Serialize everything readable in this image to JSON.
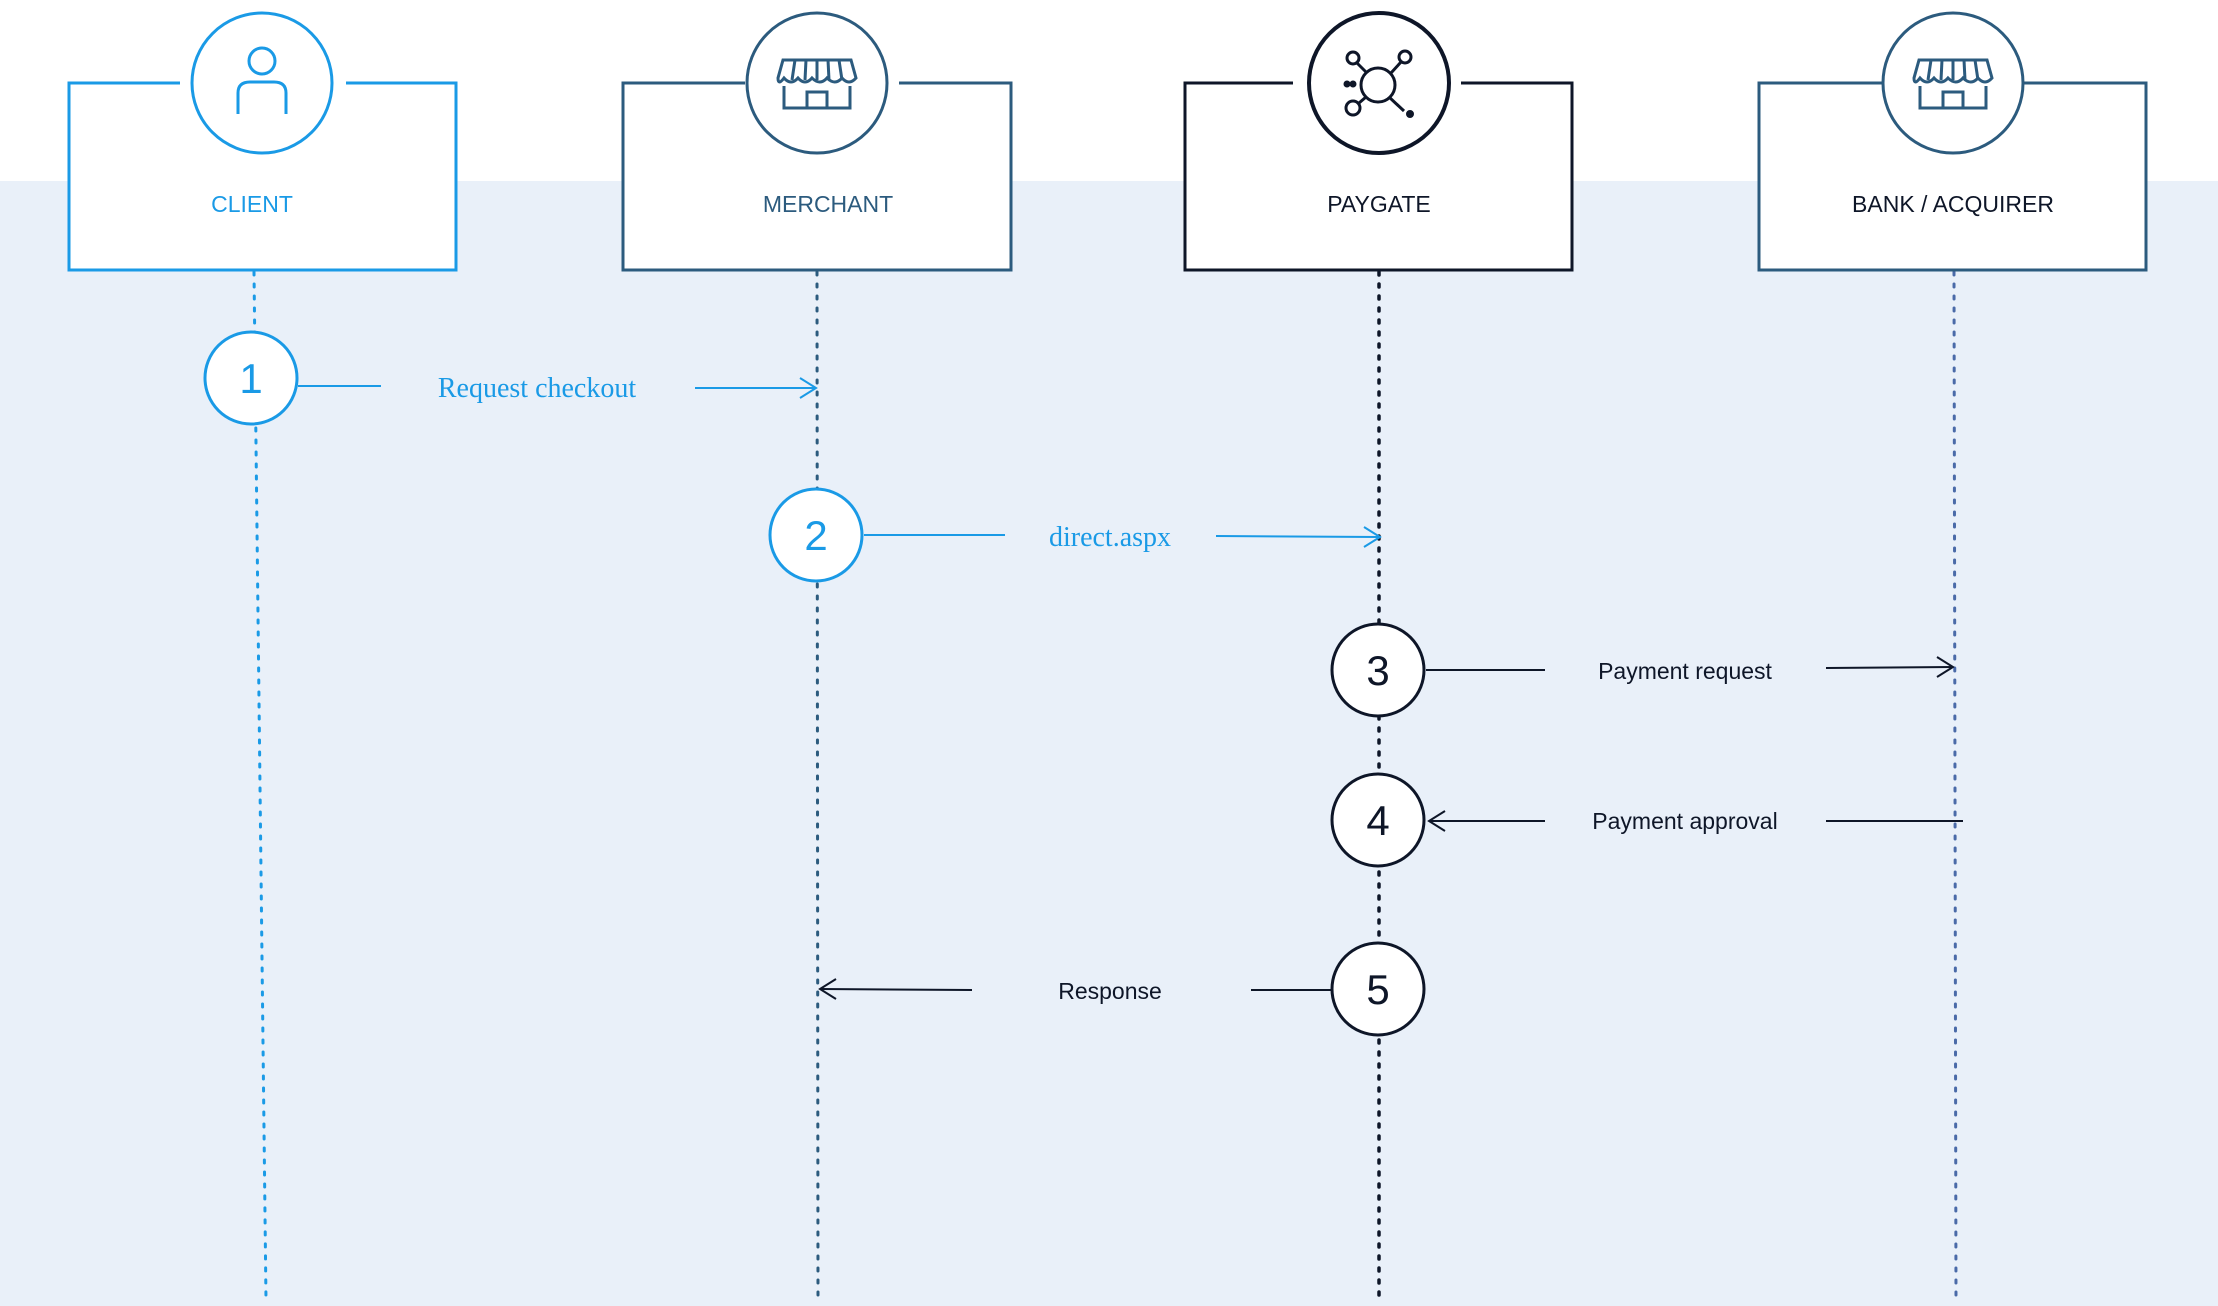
{
  "colors": {
    "background_band": "#e9f0f9",
    "client": "#1a9ae6",
    "merchant": "#2c5b7e",
    "paygate": "#0e1628",
    "bank": "#2c5b7e",
    "bank_lifeline": "#4a6aa8"
  },
  "actors": [
    {
      "id": "client",
      "label": "CLIENT",
      "icon": "person-icon"
    },
    {
      "id": "merchant",
      "label": "MERCHANT",
      "icon": "storefront-icon"
    },
    {
      "id": "paygate",
      "label": "PAYGATE",
      "icon": "network-hub-icon"
    },
    {
      "id": "bank",
      "label": "BANK / ACQUIRER",
      "icon": "storefront-icon"
    }
  ],
  "steps": [
    {
      "number": "1",
      "label": "Request checkout",
      "from": "client",
      "to": "merchant"
    },
    {
      "number": "2",
      "label": "direct.aspx",
      "from": "merchant",
      "to": "paygate"
    },
    {
      "number": "3",
      "label": "Payment request",
      "from": "paygate",
      "to": "bank"
    },
    {
      "number": "4",
      "label": "Payment approval",
      "from": "bank",
      "to": "paygate"
    },
    {
      "number": "5",
      "label": "Response",
      "from": "paygate",
      "to": "merchant"
    }
  ]
}
